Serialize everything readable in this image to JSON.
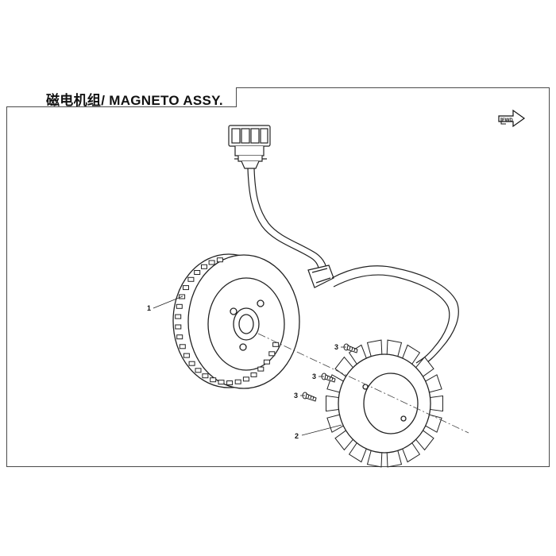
{
  "title": "磁电机组/ MAGNETO ASSY.",
  "fwd_label": "FWD",
  "callouts": {
    "flywheel": "1",
    "stator": "2",
    "screw_a": "3",
    "screw_b": "3",
    "screw_c": "3"
  }
}
